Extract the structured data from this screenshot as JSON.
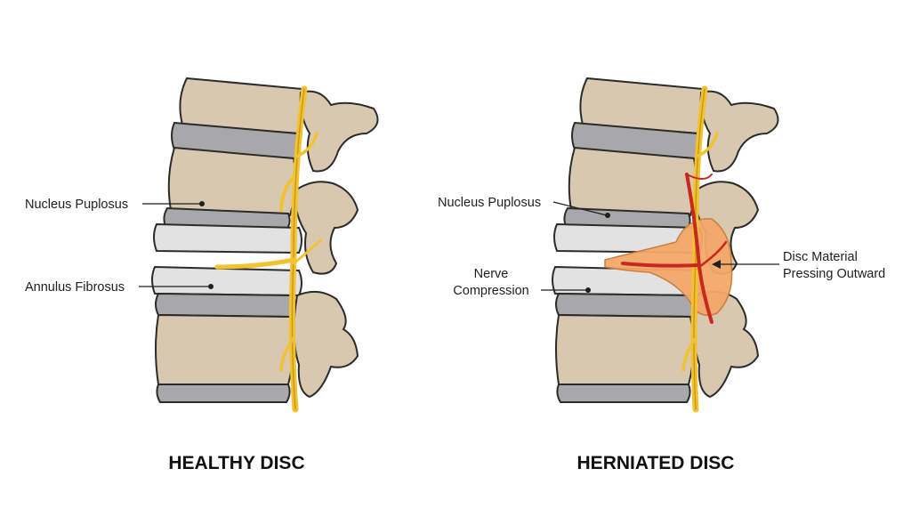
{
  "panels": {
    "healthy": {
      "title": "HEALTHY DISC",
      "labels": {
        "nucleus": "Nucleus Puplosus",
        "annulus": "Annulus Fibrosus"
      }
    },
    "herniated": {
      "title": "HERNIATED DISC",
      "labels": {
        "nucleus": "Nucleus Puplosus",
        "nerve_line1": "Nerve",
        "nerve_line2": "Compression",
        "material_line1": "Disc Material",
        "material_line2": "Pressing Outward"
      }
    }
  },
  "colors": {
    "bone": "#d8c8b0",
    "bone_outline": "#2b2b2b",
    "disc_gray": "#a8a8ab",
    "disc_light": "#e2e2e2",
    "nerve": "#f2c230",
    "nerve_inflamed": "#c8281e",
    "herniation": "#f5a868"
  }
}
